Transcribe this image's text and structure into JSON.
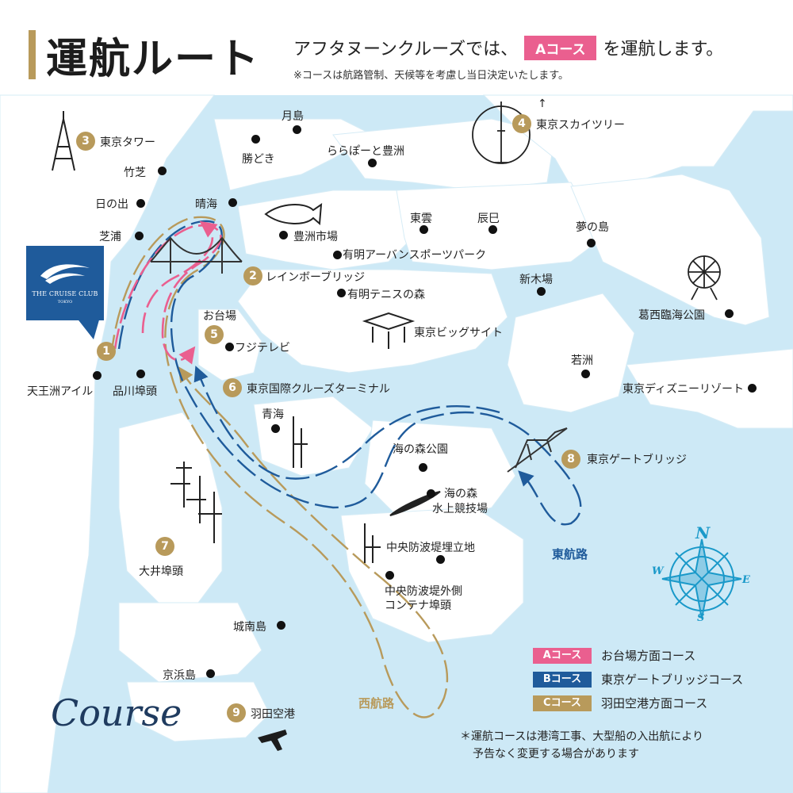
{
  "header": {
    "title": "運航ルート",
    "intro_before": "アフタヌーンクルーズでは、",
    "intro_badge": "Aコース",
    "intro_after": "を運航します。",
    "note": "※コースは航路管制、天候等を考慮し当日決定いたします。"
  },
  "logo": {
    "name": "THE CRUISE CLUB",
    "sub": "TOKYO"
  },
  "places": {
    "tsukishima": "月島",
    "kachidoki": "勝どき",
    "lalaport": "ららぽーと豊洲",
    "takeshiba": "竹芝",
    "hinode": "日の出",
    "harumi": "晴海",
    "shibaura": "芝浦",
    "toyosu_market": "豊洲市場",
    "ariake_sports": "有明アーバンスポーツパーク",
    "ariake_tennis": "有明テニスの森",
    "shinonome": "東雲",
    "tatsumi": "辰巳",
    "yumenoshima": "夢の島",
    "shinkiba": "新木場",
    "kasai": "葛西臨海公園",
    "odaiba": "お台場",
    "wakasu": "若洲",
    "disney": "東京ディズニーリゾート",
    "tennozu": "天王洲アイル",
    "shinagawa": "品川埠頭",
    "aomi": "青海",
    "uminomori_park": "海の森公園",
    "uminomori_water_1": "海の森",
    "uminomori_water_2": "水上競技場",
    "chuo_bohatei": "中央防波堤埋立地",
    "chuo_outer_1": "中央防波堤外側",
    "chuo_outer_2": "コンテナ埠頭",
    "jonanjima": "城南島",
    "keihinjima": "京浜島"
  },
  "numbered_points": [
    {
      "num": "1",
      "label": ""
    },
    {
      "num": "2",
      "label": "レインボーブリッジ"
    },
    {
      "num": "3",
      "label": "東京タワー"
    },
    {
      "num": "4",
      "label": "東京スカイツリー"
    },
    {
      "num": "5",
      "label": "フジテレビ"
    },
    {
      "num": "6",
      "label": "東京国際クルーズターミナル"
    },
    {
      "num": "7",
      "label": "大井埠頭"
    },
    {
      "num": "8",
      "label": "東京ゲートブリッジ"
    },
    {
      "num": "9",
      "label": "羽田空港"
    }
  ],
  "landmarks": {
    "big_sight": "東京ビッグサイト",
    "skytree_arrow": "↑"
  },
  "routes": {
    "east": "東航路",
    "west": "西航路",
    "colors": {
      "a": "#ea5f8f",
      "b": "#1f5b9b",
      "c": "#b89a5b"
    }
  },
  "legend": [
    {
      "badge": "Aコース",
      "label": "お台場方面コース",
      "color": "#ea5f8f"
    },
    {
      "badge": "Bコース",
      "label": "東京ゲートブリッジコース",
      "color": "#1f5b9b"
    },
    {
      "badge": "Cコース",
      "label": "羽田空港方面コース",
      "color": "#b89a5b"
    }
  ],
  "footnote": {
    "line1": "＊運航コースは港湾工事、大型船の入出航により",
    "line2": "予告なく変更する場合があります"
  },
  "compass": {
    "n": "N",
    "s": "S",
    "e": "E",
    "w": "W"
  },
  "course_word": "Course",
  "colors": {
    "water": "#cde9f6",
    "land": "#ffffff",
    "accent_gold": "#b89a5b"
  }
}
